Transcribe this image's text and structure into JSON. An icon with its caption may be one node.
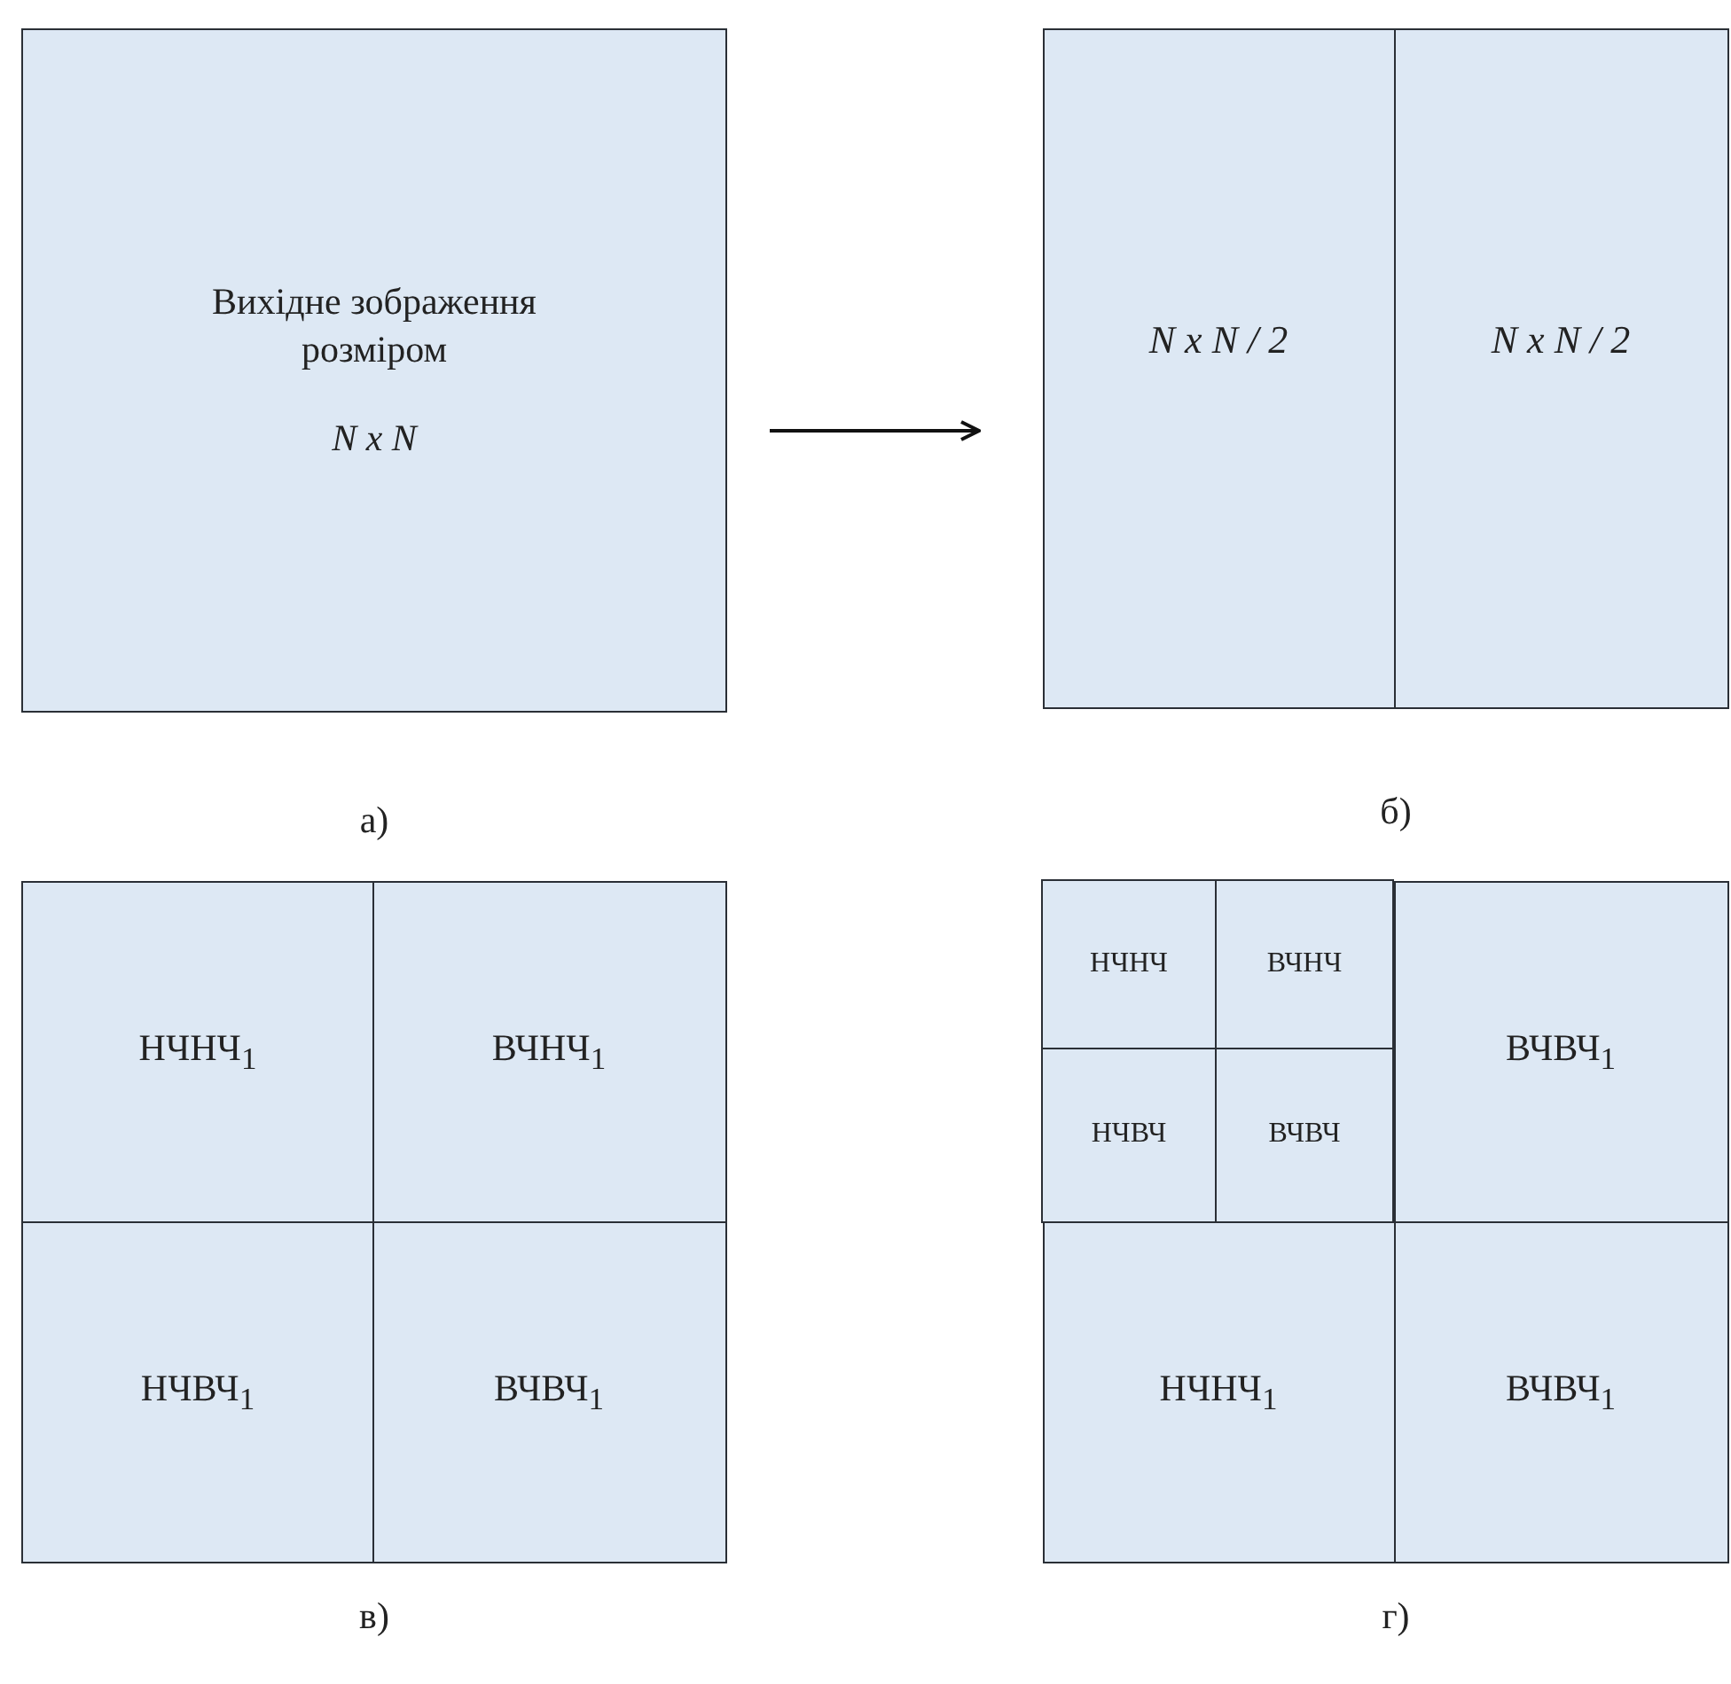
{
  "diagram": {
    "nodes": [
      {
        "text": [
          "Вихідне зображення розміром",
          "N x N"
        ]
      },
      {
        "text": [],
        "shape": "box"
      },
      {
        "text": [
          "N x N / 2"
        ],
        "in": 1
      },
      {
        "text": [
          "N x N / 2"
        ],
        "in": 1
      },
      {
        "text": [],
        "shape": "box"
      },
      {
        "text": [
          "НЧНЧ$_{1}$"
        ],
        "in": 4
      },
      {
        "text": [
          "ВЧНЧ$_{1}$"
        ],
        "in": 4
      },
      {
        "text": [
          "НЧВЧ$_{1}$"
        ],
        "in": 4
      },
      {
        "text": [
          "ВЧВЧ$_{1}$"
        ],
        "in": 4
      },
      {
        "text": [],
        "shape": "box"
      },
      {
        "text": [],
        "shape": "box",
        "in": 9
      },
      {
        "text": [
          "НЧНЧ"
        ],
        "in": 10
      },
      {
        "text": [
          "ВЧНЧ"
        ],
        "in": 10
      },
      {
        "text": [
          "НЧВЧ"
        ],
        "in": 10
      },
      {
        "text": [
          "ВЧВЧ"
        ],
        "in": 10
      },
      {
        "text": [
          "ВЧВЧ$_{1}$"
        ],
        "in": 9
      },
      {
        "text": [
          "НЧНЧ$_{1}$"
        ],
        "in": 9
      },
      {
        "text": [
          "ВЧВЧ$_{1}$"
        ],
        "in": 9
      }
    ],
    "edges": [
      {
        "from": 0,
        "to": 1,
        "arrow": "to"
      }
    ],
    "labels": [
      "а)",
      "б)",
      "в)",
      "г)"
    ]
  }
}
